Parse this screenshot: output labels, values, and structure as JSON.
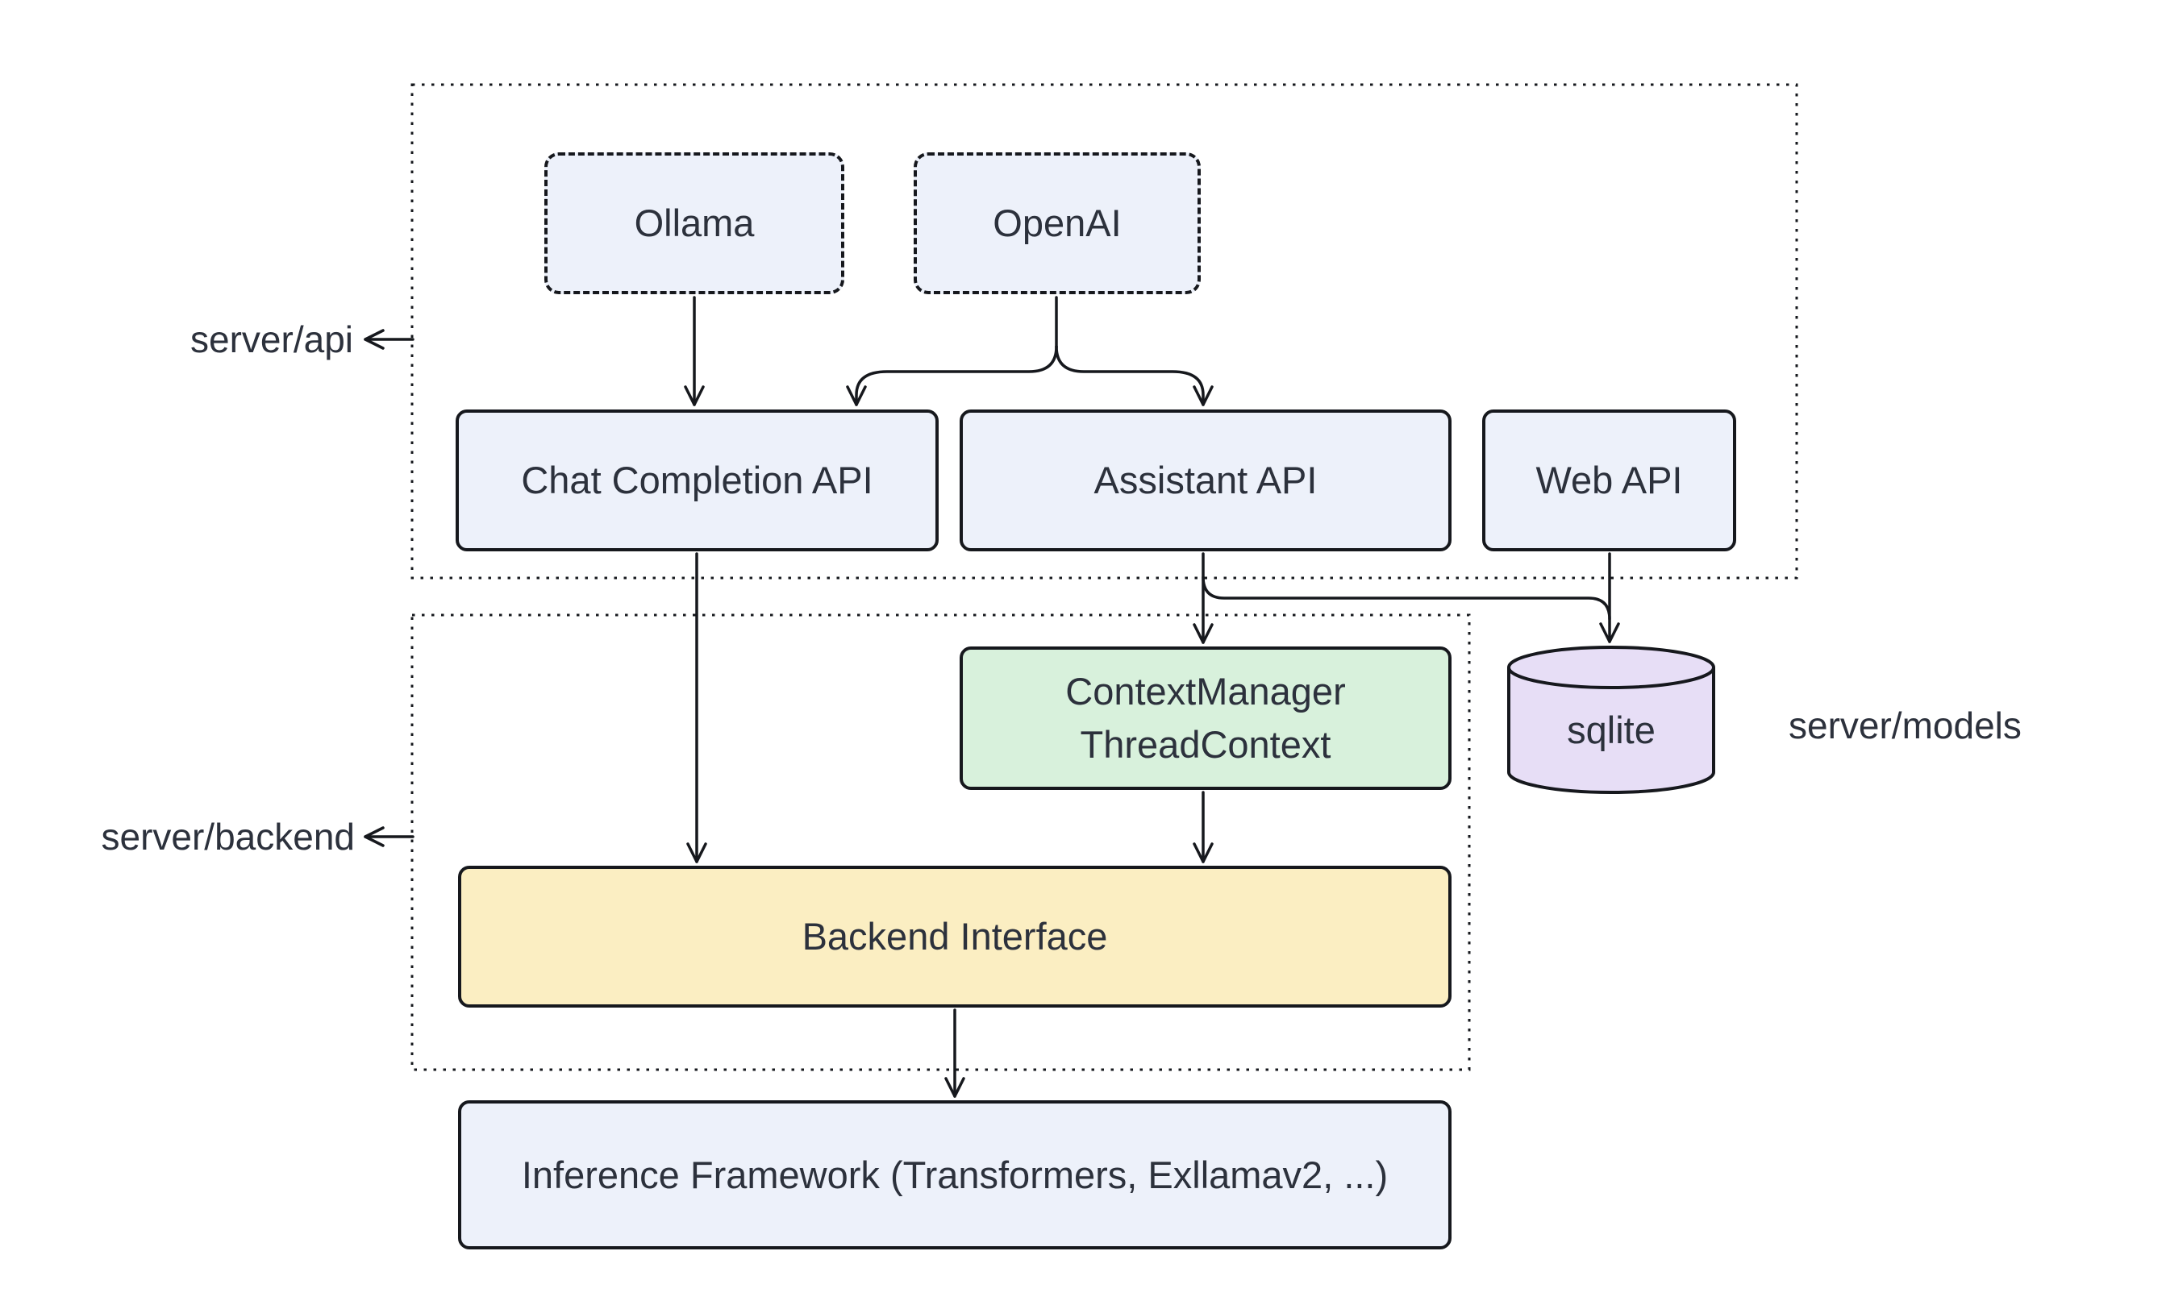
{
  "diagram": {
    "type": "architecture-flowchart",
    "background": "#ffffff",
    "stroke_color": "#16181d",
    "text_color": "#2c313c",
    "groups": {
      "server_api": {
        "label": "server/api"
      },
      "server_backend": {
        "label": "server/backend"
      }
    },
    "annotations": {
      "server_api": "server/api",
      "server_backend": "server/backend",
      "server_models": "server/models"
    },
    "nodes": {
      "ollama": {
        "label": "Ollama",
        "shape": "dashed-rect",
        "fill": "#edf1fa"
      },
      "openai": {
        "label": "OpenAI",
        "shape": "dashed-rect",
        "fill": "#edf1fa"
      },
      "chat_completion_api": {
        "label": "Chat Completion API",
        "shape": "rect",
        "fill": "#edf1fa"
      },
      "assistant_api": {
        "label": "Assistant API",
        "shape": "rect",
        "fill": "#edf1fa"
      },
      "web_api": {
        "label": "Web API",
        "shape": "rect",
        "fill": "#edf1fa"
      },
      "context_manager": {
        "label": "ContextManager",
        "label2": "ThreadContext",
        "shape": "rect",
        "fill": "#d8f1dc"
      },
      "sqlite": {
        "label": "sqlite",
        "shape": "cylinder",
        "fill": "#e7def6"
      },
      "backend_interface": {
        "label": "Backend Interface",
        "shape": "rect",
        "fill": "#fbeec2"
      },
      "inference_framework": {
        "label": "Inference Framework (Transformers, Exllamav2, ...)",
        "shape": "rect",
        "fill": "#edf1fa"
      }
    },
    "edges": [
      {
        "from": "ollama",
        "to": "chat_completion_api"
      },
      {
        "from": "openai",
        "to": "chat_completion_api"
      },
      {
        "from": "openai",
        "to": "assistant_api"
      },
      {
        "from": "assistant_api",
        "to": "context_manager"
      },
      {
        "from": "assistant_api",
        "to": "sqlite"
      },
      {
        "from": "web_api",
        "to": "sqlite"
      },
      {
        "from": "chat_completion_api",
        "to": "backend_interface"
      },
      {
        "from": "context_manager",
        "to": "backend_interface"
      },
      {
        "from": "backend_interface",
        "to": "inference_framework"
      }
    ]
  }
}
